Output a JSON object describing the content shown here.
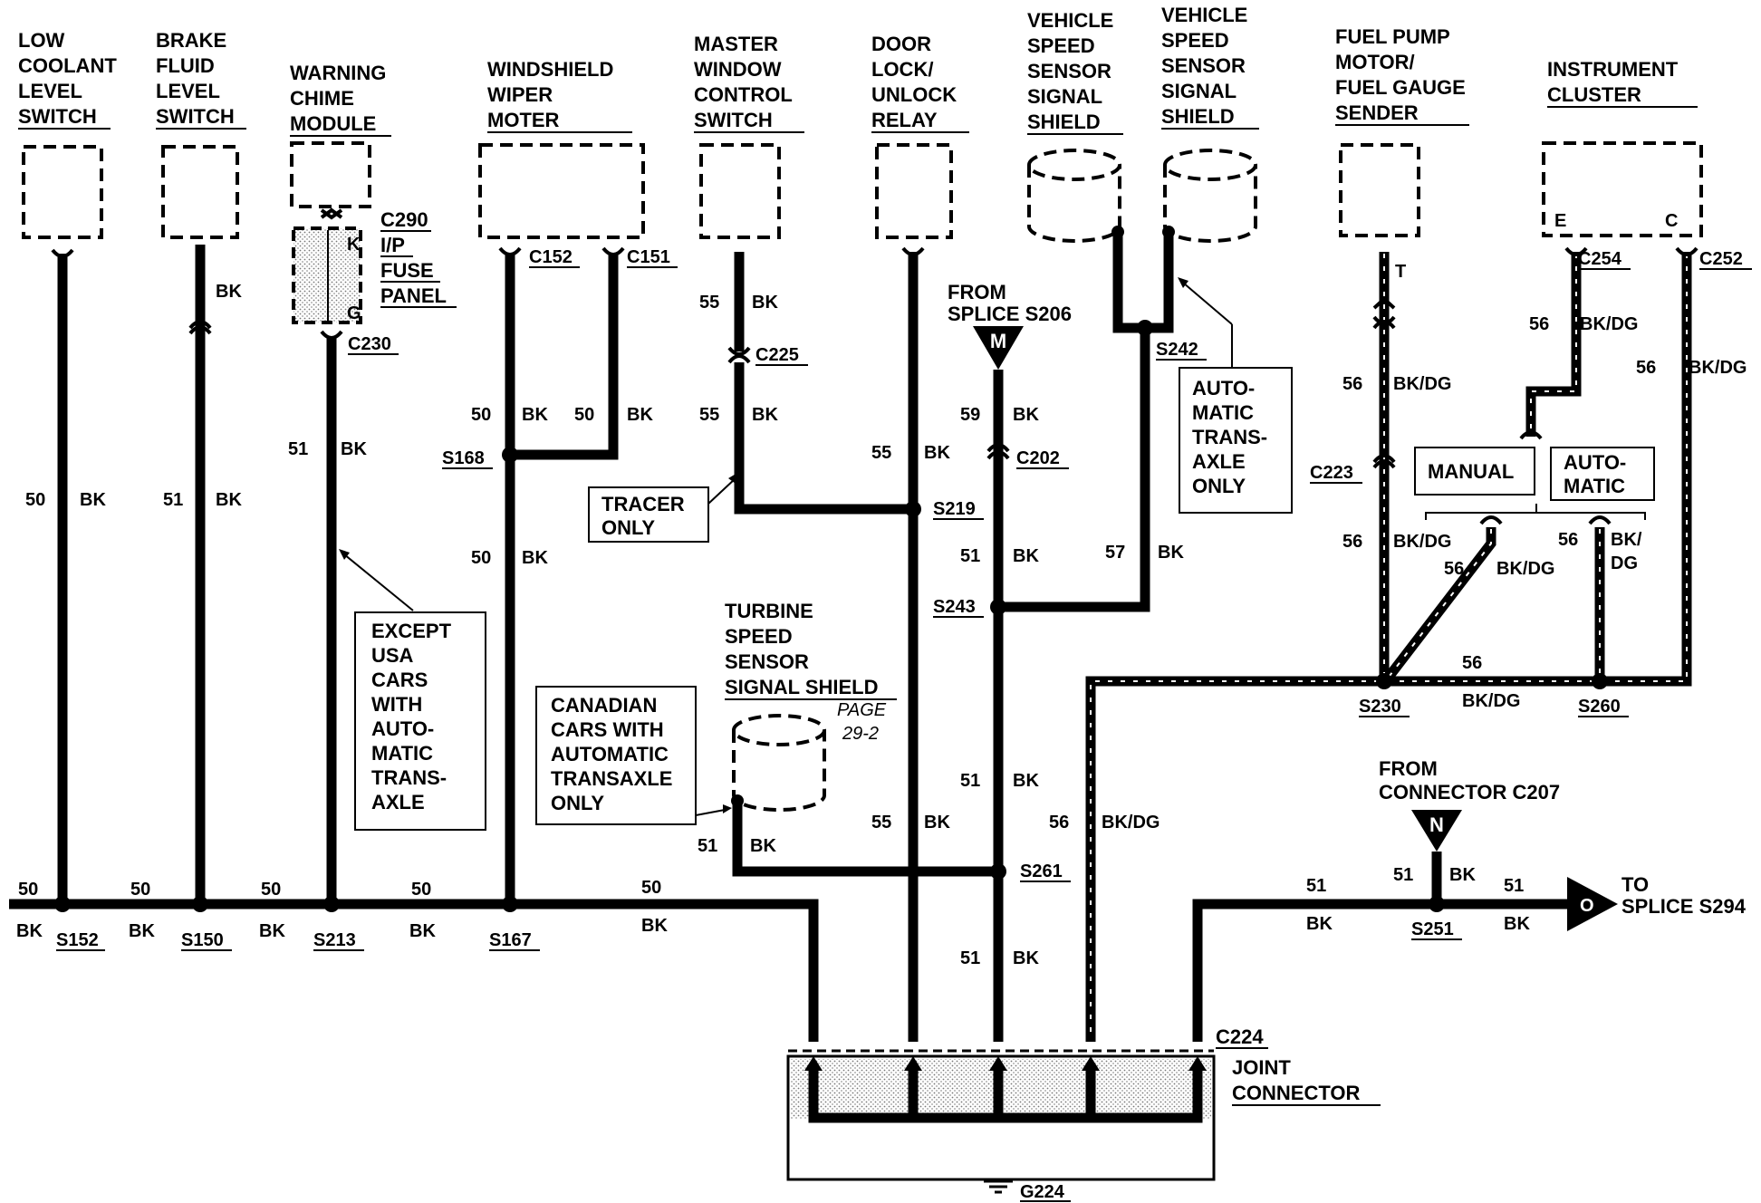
{
  "components": {
    "low_coolant": [
      "LOW",
      "COOLANT",
      "LEVEL",
      "SWITCH"
    ],
    "brake_fluid": [
      "BRAKE",
      "FLUID",
      "LEVEL",
      "SWITCH"
    ],
    "warning_chime": [
      "WARNING",
      "CHIME",
      "MODULE"
    ],
    "windshield_wiper": [
      "WINDSHIELD",
      "WIPER",
      "MOTER"
    ],
    "master_window": [
      "MASTER",
      "WINDOW",
      "CONTROL",
      "SWITCH"
    ],
    "door_lock": [
      "DOOR",
      "LOCK/",
      "UNLOCK",
      "RELAY"
    ],
    "vss_shield_1": [
      "VEHICLE",
      "SPEED",
      "SENSOR",
      "SIGNAL",
      "SHIELD"
    ],
    "vss_shield_2": [
      "VEHICLE",
      "SPEED",
      "SENSOR",
      "SIGNAL",
      "SHIELD"
    ],
    "fuel_pump": [
      "FUEL PUMP",
      "MOTOR/",
      "FUEL GAUGE",
      "SENDER"
    ],
    "instrument_cluster": [
      "INSTRUMENT",
      "CLUSTER"
    ],
    "turbine_shield": [
      "TURBINE",
      "SPEED",
      "SENSOR",
      "SIGNAL SHIELD"
    ],
    "ip_fuse_panel": [
      "C290",
      "I/P",
      "FUSE",
      "PANEL"
    ],
    "joint_connector": [
      "JOINT",
      "CONNECTOR"
    ]
  },
  "notes": {
    "tracer_only": [
      "TRACER",
      "ONLY"
    ],
    "except_usa": [
      "EXCEPT",
      "USA",
      "CARS",
      "WITH",
      "AUTO-",
      "MATIC",
      "TRANS-",
      "AXLE"
    ],
    "canadian": [
      "CANADIAN",
      "CARS WITH",
      "AUTOMATIC",
      "TRANSAXLE",
      "ONLY"
    ],
    "auto_transaxle": [
      "AUTO-",
      "MATIC",
      "TRANS-",
      "AXLE",
      "ONLY"
    ],
    "manual": "MANUAL",
    "automatic": [
      "AUTO-",
      "MATIC"
    ],
    "page_ref": [
      "PAGE",
      "29-2"
    ],
    "from_splice": [
      "FROM",
      "SPLICE S206"
    ],
    "from_connector": [
      "FROM",
      "CONNECTOR C207"
    ],
    "to_splice": [
      "TO",
      "SPLICE S294"
    ],
    "symbol_m": "M",
    "symbol_n": "N",
    "symbol_o": "O"
  },
  "connectors": {
    "c152": "C152",
    "c151": "C151",
    "c225": "C225",
    "c230": "C230",
    "c202": "C202",
    "c223": "C223",
    "c254": "C254",
    "c252": "C252",
    "c224": "C224",
    "pin_k": "K",
    "pin_g": "G",
    "pin_t": "T",
    "pin_e": "E",
    "pin_c": "C"
  },
  "splices": {
    "s152": "S152",
    "s150": "S150",
    "s213": "S213",
    "s167": "S167",
    "s168": "S168",
    "s219": "S219",
    "s243": "S243",
    "s261": "S261",
    "s242": "S242",
    "s230": "S230",
    "s260": "S260",
    "s251": "S251",
    "g224": "G224"
  },
  "circuits": {
    "c50": "50",
    "c51": "51",
    "c55": "55",
    "c56": "56",
    "c57": "57",
    "c59": "59",
    "bk": "BK",
    "bkdg": "BK/DG",
    "bk_split": "BK/",
    "dg_split": "DG"
  }
}
